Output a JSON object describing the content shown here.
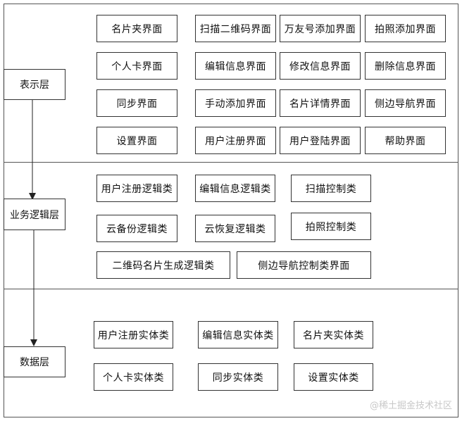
{
  "layers": [
    {
      "label": "表示层",
      "modules": [
        "名片夹界面",
        "扫描二维码界面",
        "万友号添加界面",
        "拍照添加界面",
        "个人卡界面",
        "编辑信息界面",
        "修改信息界面",
        "删除信息界面",
        "同步界面",
        "手动添加界面",
        "名片详情界面",
        "侧边导航界面",
        "设置界面",
        "用户注册界面",
        "用户登陆界面",
        "帮助界面"
      ]
    },
    {
      "label": "业务逻辑层",
      "modules": [
        "用户注册逻辑类",
        "编辑信息逻辑类",
        "扫描控制类",
        "云备份逻辑类",
        "云恢复逻辑类",
        "拍照控制类",
        "二维码名片生成逻辑类",
        "侧边导航控制类界面"
      ]
    },
    {
      "label": "数据层",
      "modules": [
        "用户注册实体类",
        "编辑信息实体类",
        "名片夹实体类",
        "个人卡实体类",
        "同步实体类",
        "设置实体类"
      ]
    }
  ],
  "watermark": "@稀土掘金技术社区"
}
